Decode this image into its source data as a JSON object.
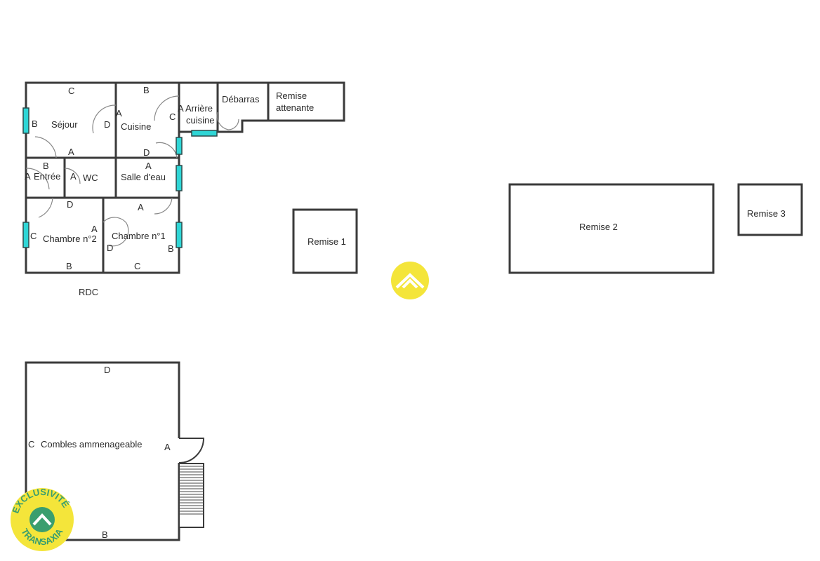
{
  "plan": {
    "ground_floor_label": "RDC",
    "rooms": {
      "sejour": "Séjour",
      "cuisine": "Cuisine",
      "arriere_cuisine_1": "Arrière",
      "arriere_cuisine_2": "cuisine",
      "debarras": "Débarras",
      "remise_attenante_1": "Remise",
      "remise_attenante_2": "attenante",
      "entree": "Entrée",
      "wc": "WC",
      "salle_deau": "Salle d'eau",
      "chambre2": "Chambre n°2",
      "chambre1": "Chambre n°1",
      "remise1": "Remise 1",
      "remise2": "Remise 2",
      "remise3": "Remise 3",
      "combles": "Combles ammenageable"
    },
    "wall_letters": {
      "a": "A",
      "b": "B",
      "c": "C",
      "d": "D"
    }
  },
  "badges": {
    "exclusivite_text": "EXCLUSIVITÉ",
    "brand_text": "TRANSAXIA",
    "yellow": "#f4e53a",
    "green": "#3a9e6e",
    "window_color": "#2fd6d6"
  }
}
